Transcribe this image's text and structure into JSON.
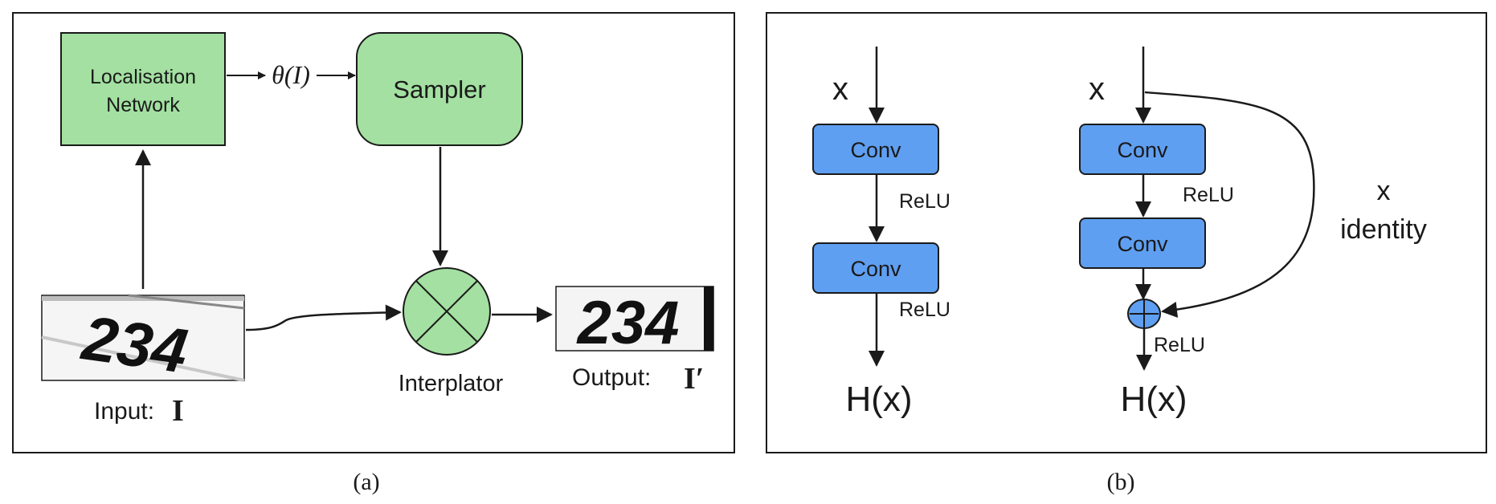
{
  "panel_a": {
    "caption": "(a)",
    "localisation_line1": "Localisation",
    "localisation_line2": "Network",
    "theta_label": "θ(I)",
    "sampler_label": "Sampler",
    "interpolator_label": "Interplator",
    "input_label": "Input:",
    "input_symbol": "I",
    "output_label": "Output:",
    "output_symbol": "I′",
    "input_image_text": "234",
    "output_image_text": "234"
  },
  "panel_b": {
    "caption": "(b)",
    "plain_block": {
      "input_label": "x",
      "conv1_label": "Conv",
      "relu1_label": "ReLU",
      "conv2_label": "Conv",
      "relu2_label": "ReLU",
      "output_label": "H(x)"
    },
    "residual_block": {
      "input_label": "x",
      "conv1_label": "Conv",
      "relu1_label": "ReLU",
      "conv2_label": "Conv",
      "relu2_label": "ReLU",
      "output_label": "H(x)",
      "identity_x_label": "x",
      "identity_label": "identity"
    }
  },
  "colors": {
    "green_fill": "#a3e0a1",
    "blue_fill": "#5f9ff1",
    "stroke": "#1a1a1a"
  }
}
